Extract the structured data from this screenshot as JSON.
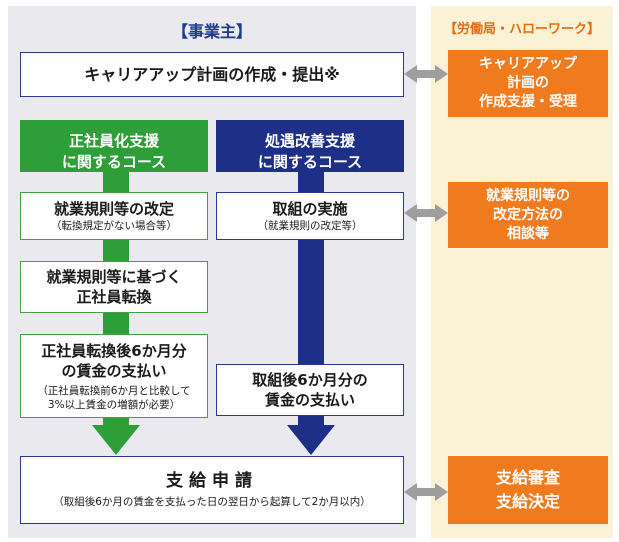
{
  "headers": {
    "employer": "【事業主】",
    "labor_bureau": "【労働局・ハローワーク】"
  },
  "top_box": {
    "title": "キャリアアップ計画の作成・提出※"
  },
  "courses": {
    "regular": {
      "line1": "正社員化支援",
      "line2": "に関するコース"
    },
    "treatment": {
      "line1": "処遇改善支援",
      "line2": "に関するコース"
    }
  },
  "green_steps": [
    {
      "title": "就業規則等の改定",
      "sub": "（転換規定がない場合等）"
    },
    {
      "title_line1": "就業規則等に基づく",
      "title_line2": "正社員転換"
    },
    {
      "title_line1": "正社員転換後6か月分",
      "title_line2": "の賃金の支払い",
      "sub_line1": "（正社員転換前6か月と比較して",
      "sub_line2": "3%以上賃金の増額が必要）"
    }
  ],
  "blue_steps": [
    {
      "title": "取組の実施",
      "sub": "（就業規則の改定等）"
    },
    {
      "title_line1": "取組後6か月分の",
      "title_line2": "賃金の支払い"
    }
  ],
  "bottom_box": {
    "title": "支給申請",
    "sub": "（取組後6か月の賃金を支払った日の翌日から起算して2か月以内）"
  },
  "right_boxes": [
    {
      "line1": "キャリアアップ",
      "line2": "計画の",
      "line3": "作成支援・受理"
    },
    {
      "line1": "就業規則等の",
      "line2": "改定方法の",
      "line3": "相談等"
    },
    {
      "line1": "支給審査",
      "line2": "支給決定"
    }
  ],
  "colors": {
    "green": "#2e9e38",
    "navy": "#1d2f86",
    "orange": "#f07a1e",
    "gray_arrow": "#9e9e9e"
  }
}
